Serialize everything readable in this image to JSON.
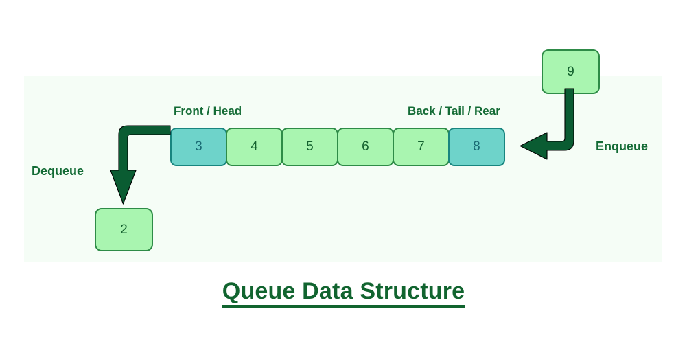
{
  "title": "Queue Data Structure",
  "panel": {
    "background_color": "#f5fdf6"
  },
  "colors": {
    "accent_green": "#a9f5b0",
    "accent_green_border": "#2e8b47",
    "accent_teal": "#6ed3ca",
    "accent_teal_border": "#18857f",
    "arrow_green": "#0a5c32",
    "text_green": "#136b35",
    "title_green": "#11642f"
  },
  "queue": {
    "front_label": "Front / Head",
    "back_label": "Back / Tail / Rear",
    "cells": [
      {
        "value": "3",
        "style": "teal"
      },
      {
        "value": "4",
        "style": "green"
      },
      {
        "value": "5",
        "style": "green"
      },
      {
        "value": "6",
        "style": "green"
      },
      {
        "value": "7",
        "style": "green"
      },
      {
        "value": "8",
        "style": "teal"
      }
    ]
  },
  "operations": {
    "dequeue": {
      "label": "Dequeue",
      "element_value": "2",
      "arrow_icon": "elbow-arrow-down-icon"
    },
    "enqueue": {
      "label": "Enqueue",
      "element_value": "9",
      "arrow_icon": "elbow-arrow-left-icon"
    }
  }
}
